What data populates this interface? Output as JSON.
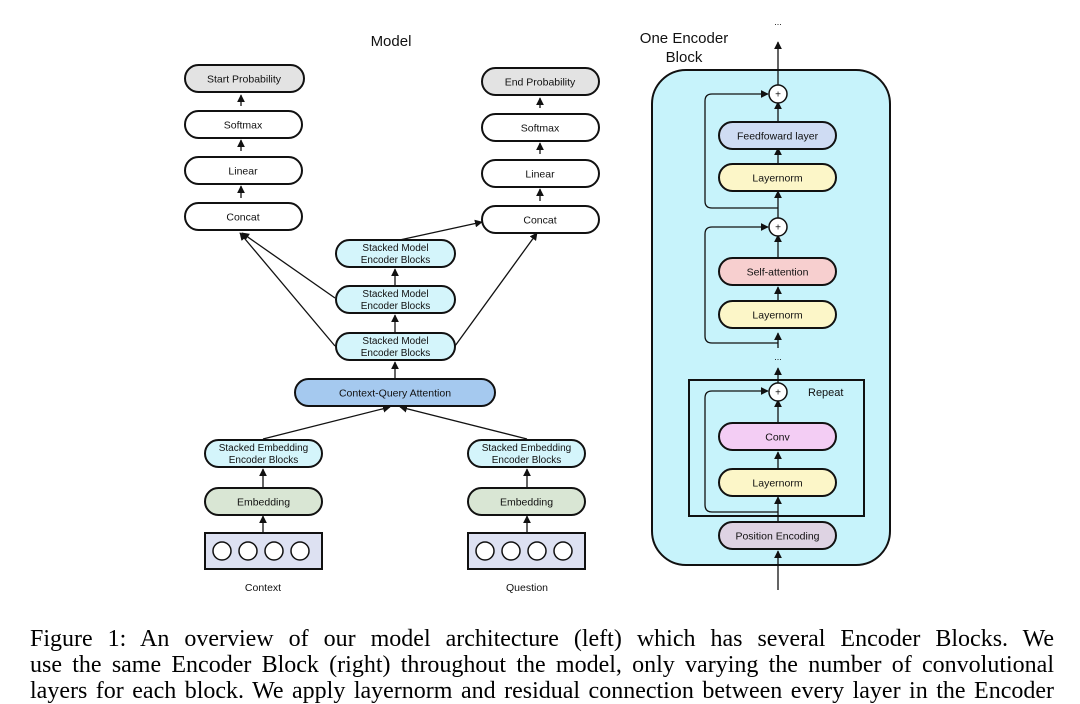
{
  "model": {
    "title": "Model",
    "start_probability": "Start Probability",
    "end_probability": "End Probability",
    "softmax": "Softmax",
    "linear": "Linear",
    "concat": "Concat",
    "stacked_model_line1": "Stacked Model",
    "stacked_model_line2": "Encoder Blocks",
    "context_query_attention": "Context-Query Attention",
    "stacked_embedding_line1": "Stacked Embedding",
    "stacked_embedding_line2": "Encoder Blocks",
    "embedding": "Embedding",
    "context_label": "Context",
    "question_label": "Question"
  },
  "encoder": {
    "title_line1": "One Encoder",
    "title_line2": "Block",
    "ellipsis": "...",
    "plus": "+",
    "feedforward": "Feedfoward layer",
    "layernorm": "Layernorm",
    "self_attention": "Self-attention",
    "repeat": "Repeat",
    "conv": "Conv",
    "position_encoding": "Position Encoding"
  },
  "colors": {
    "gray": "#e3e3e3",
    "white": "#ffffff",
    "cyan": "#d4f5fb",
    "blue": "#a5c9ef",
    "green": "#d9e6d4",
    "input": "#dde1f2",
    "panel": "#c7f3fb",
    "feedforward": "#cfdcf3",
    "layernorm": "#fcf6c8",
    "self_attention": "#f7cfcf",
    "conv": "#f3cdf4",
    "position": "#ded3e3"
  },
  "caption": {
    "line1": "Figure 1:  An overview of our model architecture (left) which has several Encoder Blocks.  We",
    "line2": "use the same Encoder Block (right) throughout the model, only varying the number of convolutional",
    "line3": "layers for each block. We apply layernorm and residual connection between every layer in the Encoder"
  }
}
